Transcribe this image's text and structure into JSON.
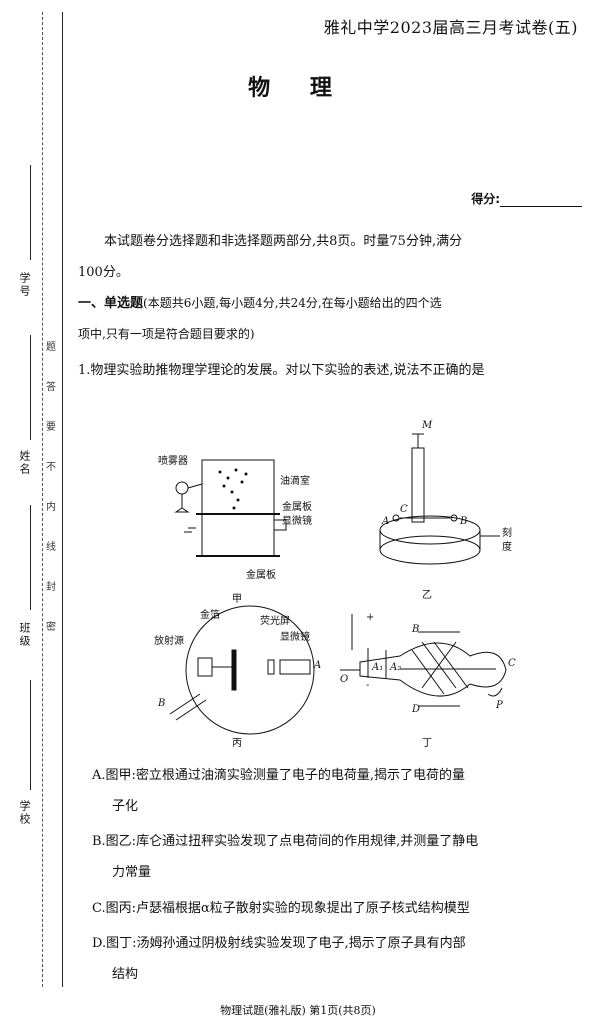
{
  "header": {
    "exam_title": "雅礼中学2023届高三月考试卷(五)",
    "subject": "物 理",
    "score_label": "得分:"
  },
  "binding_margin": {
    "fields": [
      "学号",
      "姓名",
      "班级",
      "学校"
    ],
    "seal_text": [
      "密",
      "封",
      "线",
      "内",
      "不",
      "要",
      "答",
      "题"
    ]
  },
  "intro": {
    "line1": "本试题卷分选择题和非选择题两部分,共8页。时量75分钟,满分",
    "line2": "100分。"
  },
  "section1": {
    "heading": "一、单选题",
    "note_line1": "(本题共6小题,每小题4分,共24分,在每小题给出的四个选",
    "note_line2": "项中,只有一项是符合题目要求的)"
  },
  "question1": {
    "stem": "1.物理实验助推物理学理论的发展。对以下实验的表述,说法不正确的是",
    "figures": {
      "jia": {
        "caption": "甲",
        "labels": [
          "喷雾器",
          "油滴室",
          "金属板",
          "显微镜",
          "金属板"
        ]
      },
      "yi": {
        "caption": "乙",
        "labels": [
          "M",
          "C",
          "A",
          "B",
          "刻",
          "度"
        ]
      },
      "bing": {
        "caption": "丙",
        "labels": [
          "金箔",
          "荧光屏",
          "放射源",
          "显微镜",
          "A",
          "B"
        ]
      },
      "ding": {
        "caption": "丁",
        "labels": [
          "+",
          "-",
          "B",
          "C",
          "O",
          "A₁",
          "A₂",
          "D",
          "P"
        ]
      }
    },
    "options": [
      {
        "line1": "A.图甲:密立根通过油滴实验测量了电子的电荷量,揭示了电荷的量",
        "line2": "子化"
      },
      {
        "line1": "B.图乙:库仑通过扭秤实验发现了点电荷间的作用规律,并测量了静电",
        "line2": "力常量"
      },
      {
        "line1": "C.图丙:卢瑟福根据α粒子散射实验的现象提出了原子核式结构模型",
        "line2": ""
      },
      {
        "line1": "D.图丁:汤姆孙通过阴极射线实验发现了电子,揭示了原子具有内部",
        "line2": "结构"
      }
    ]
  },
  "footer": {
    "text": "物理试题(雅礼版) 第1页(共8页)"
  }
}
